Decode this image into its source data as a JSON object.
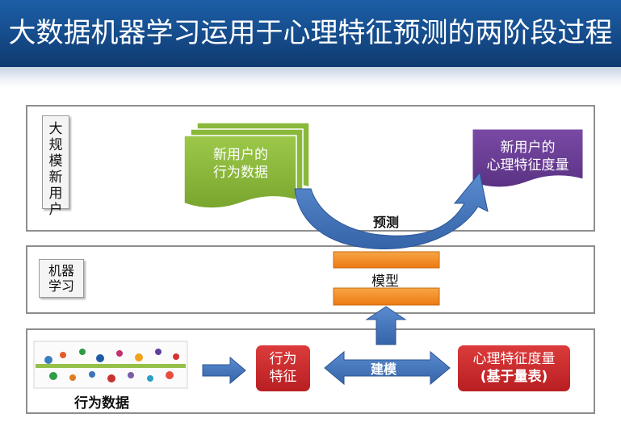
{
  "header": {
    "title": "大数据机器学习运用于心理特征预测的两阶段过程"
  },
  "panels": {
    "top": {
      "tag": "大规模新用户"
    },
    "middle": {
      "tag": "机器学习"
    }
  },
  "nodes": {
    "new_user_behavior": [
      "新用户的",
      "行为数据"
    ],
    "new_user_psych": [
      "新用户的",
      "心理特征度量"
    ],
    "behavior_features": [
      "行为",
      "特征"
    ],
    "psych_measure": [
      "心理特征度量",
      "(基于量表)"
    ]
  },
  "labels": {
    "predict": "预测",
    "model": "模型",
    "build_model": "建模",
    "behavior_data": "行为数据"
  },
  "colors": {
    "header": "#154b8a",
    "green": "#8ab83a",
    "purple": "#6b3f95",
    "red": "#c8282c",
    "orange": "#f08a1c",
    "arrow_blue": "#3f6fb0"
  }
}
